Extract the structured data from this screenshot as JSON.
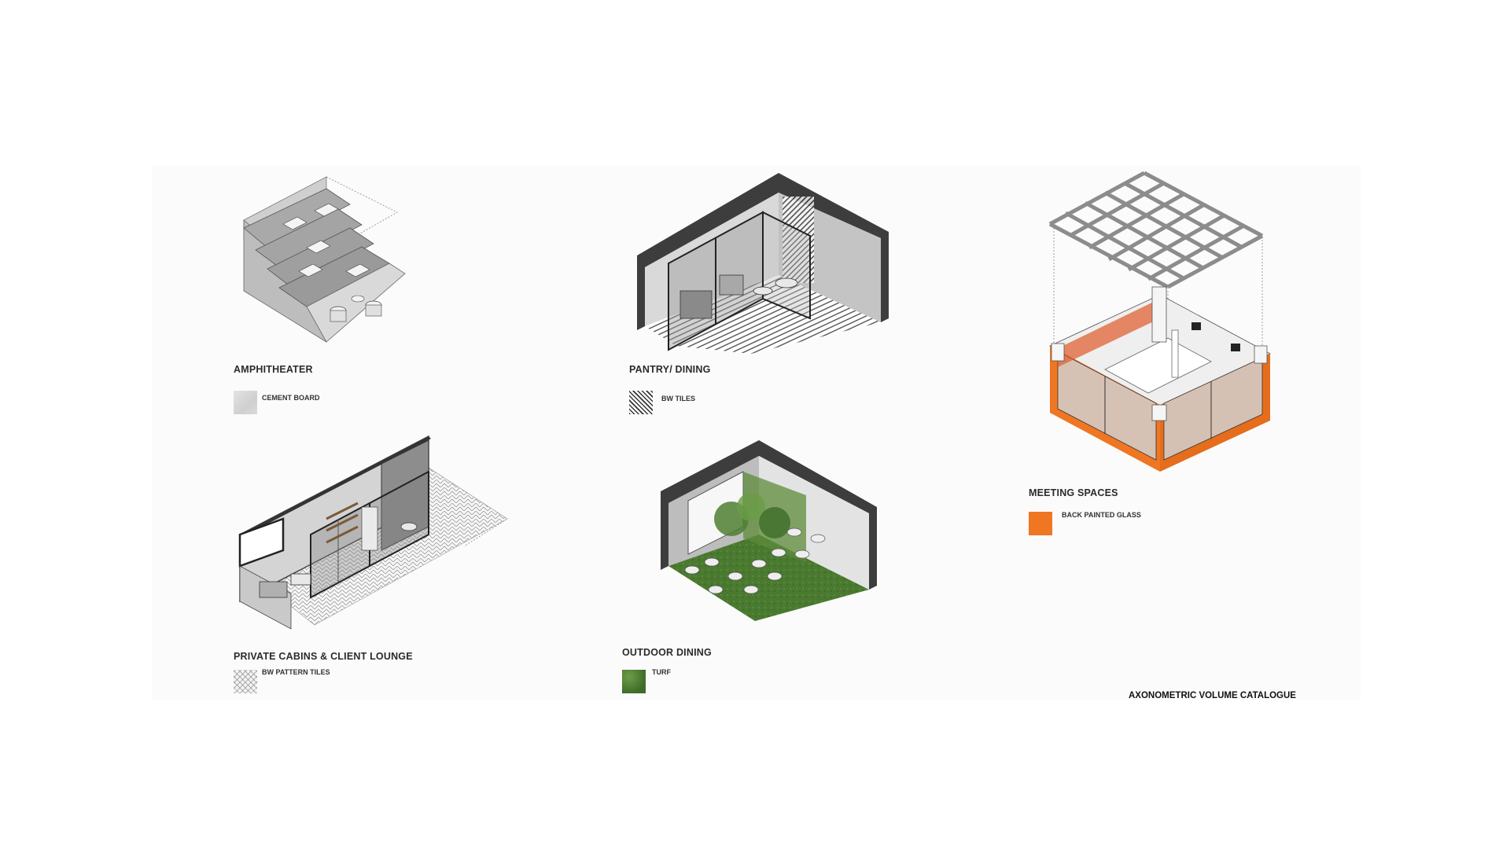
{
  "catalogue_title": "AXONOMETRIC VOLUME CATALOGUE",
  "sections": [
    {
      "id": "amphitheater",
      "title": "AMPHITHEATER",
      "material": "CEMENT BOARD",
      "swatch_color": "#d6d6d6"
    },
    {
      "id": "pantry",
      "title": "PANTRY/ DINING",
      "material": "BW TILES",
      "swatch_color": "#3a3a3a"
    },
    {
      "id": "meeting",
      "title": "MEETING SPACES",
      "material": "BACK PAINTED GLASS",
      "swatch_color": "#ef7622"
    },
    {
      "id": "cabins",
      "title": "PRIVATE CABINS & CLIENT LOUNGE",
      "material": "BW PATTERN TILES",
      "swatch_color": "#bdbdbd"
    },
    {
      "id": "outdoor",
      "title": "OUTDOOR DINING",
      "material": "TURF",
      "swatch_color": "#4a7a30"
    }
  ],
  "colors": {
    "wall_dark": "#444444",
    "wall_light": "#c8c8c8",
    "accent_orange": "#ef7622",
    "turf_green": "#4a7a30"
  }
}
